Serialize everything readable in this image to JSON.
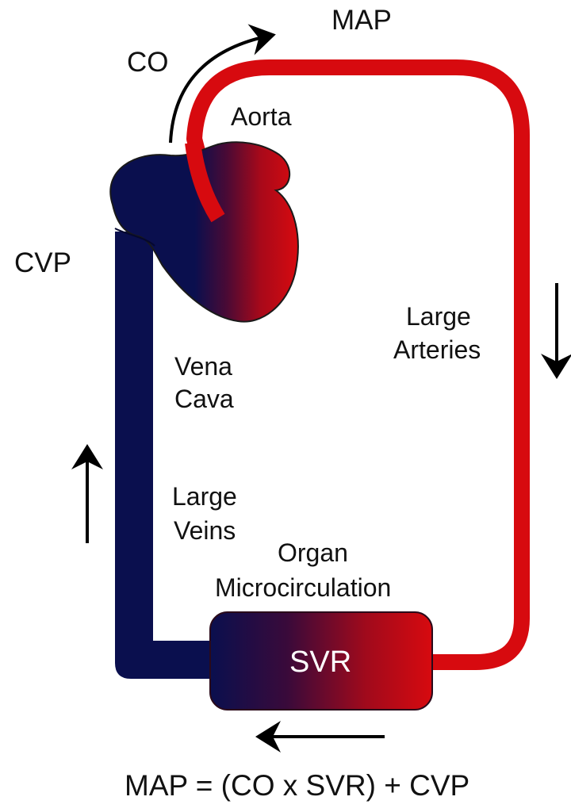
{
  "title": "Mean arterial pressure circulation diagram",
  "colors": {
    "venous": "#0a0f4e",
    "arterial": "#d70a0f",
    "arrow": "#000000",
    "text": "#111111",
    "svr_text": "#ffffff"
  },
  "labels": {
    "map": "MAP",
    "co": "CO",
    "aorta": "Aorta",
    "cvp": "CVP",
    "large_arteries_line1": "Large",
    "large_arteries_line2": "Arteries",
    "vena_cava_line1": "Vena",
    "vena_cava_line2": "Cava",
    "large_veins_line1": "Large",
    "large_veins_line2": "Veins",
    "organ_line1": "Organ",
    "organ_line2": "Microcirculation",
    "svr": "SVR"
  },
  "equation": "MAP = (CO x SVR) + CVP",
  "flow_arrows": [
    {
      "name": "cardiac-output",
      "direction": "clockwise-up-right"
    },
    {
      "name": "arterial-flow",
      "direction": "down"
    },
    {
      "name": "microcirculation-flow",
      "direction": "left"
    },
    {
      "name": "venous-return",
      "direction": "up"
    }
  ]
}
